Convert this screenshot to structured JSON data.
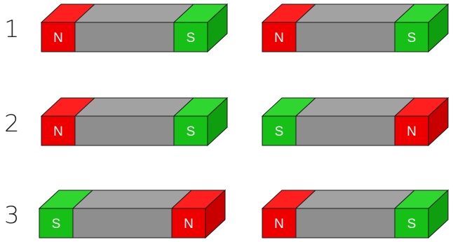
{
  "colors": {
    "north": "#ef0000",
    "north_top": "#ff1f1f",
    "north_side": "#c80000",
    "south": "#16c016",
    "south_top": "#2fd62f",
    "south_side": "#0f9e0f",
    "body": "#8e8e8e",
    "body_top": "#a2a2a2",
    "outline": "#1a1a1a"
  },
  "rows": [
    {
      "label": "1",
      "magnets": [
        {
          "left": "N",
          "right": "S"
        },
        {
          "left": "N",
          "right": "S"
        }
      ]
    },
    {
      "label": "2",
      "magnets": [
        {
          "left": "N",
          "right": "S"
        },
        {
          "left": "S",
          "right": "N"
        }
      ]
    },
    {
      "label": "3",
      "magnets": [
        {
          "left": "S",
          "right": "N"
        },
        {
          "left": "N",
          "right": "S"
        }
      ]
    }
  ]
}
